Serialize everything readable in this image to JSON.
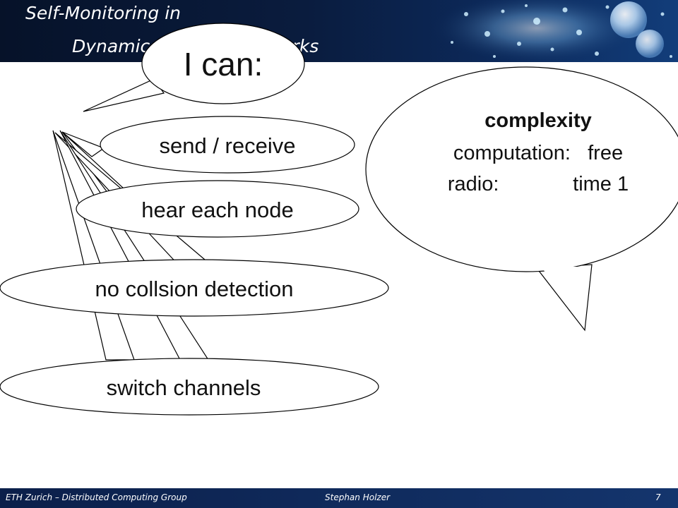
{
  "slide": {
    "title_line1": "Self-Monitoring in",
    "title_line2": "Dynamic Wireless Networks",
    "header_image": "disco-ball-sparkles"
  },
  "bubbles": {
    "heading": "I can:",
    "items": [
      "send / receive",
      "hear each node",
      "no collsion detection",
      "switch channels"
    ]
  },
  "complexity": {
    "title": "complexity",
    "line1": "computation:   free",
    "line2": "radio:             time 1"
  },
  "footer": {
    "left": "ETH Zurich – Distributed Computing Group",
    "center": "Stephan Holzer",
    "page": "7"
  }
}
